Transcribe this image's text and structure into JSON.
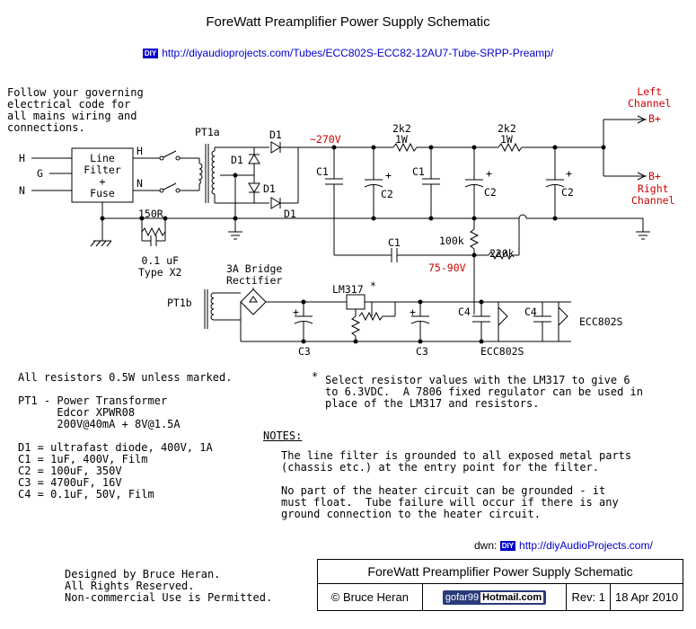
{
  "title": "ForeWatt Preamplifier Power Supply Schematic",
  "header_link": {
    "badge": "DIY",
    "url": "http://diyaudioprojects.com/Tubes/ECC802S-ECC82-12AU7-Tube-SRPP-Preamp/"
  },
  "note_top": "Follow your governing\nelectrical code for\nall mains wiring and\nconnections.",
  "labels": {
    "H": "H",
    "G": "G",
    "N": "N",
    "filter": "Line\nFilter\n+\nFuse",
    "sw_H": "H",
    "sw_N": "N",
    "pt1a": "PT1a",
    "pt1b": "PT1b",
    "d1": "D1",
    "v270": "~270V",
    "r2k2": "2k2",
    "w1": "1W",
    "c1": "C1",
    "c2": "C2",
    "c3": "C3",
    "c4": "C4",
    "plus": "+",
    "r150": "150R",
    "cap01": "0.1 uF\nType X2",
    "r100k": "100k",
    "r220k": "220k",
    "v7590": "75-90V",
    "bridge": "3A Bridge\nRectifier",
    "lm317": "LM317",
    "star": "*",
    "ecc802s": "ECC802S",
    "left_channel": "Left\nChannel",
    "right_channel": "Right\nChannel",
    "bplus": "B+"
  },
  "notes_left": "All resistors 0.5W unless marked.\n\nPT1 - Power Transformer\n      Edcor XPWR08\n      200V@40mA + 8V@1.5A\n\nD1 = ultrafast diode, 400V, 1A\nC1 = 1uF, 400V, Film\nC2 = 100uF, 350V\nC3 = 4700uF, 16V\nC4 = 0.1uF, 50V, Film",
  "star_note": "Select resistor values with the LM317 to give 6\nto 6.3VDC.  A 7806 fixed regulator can be used in\nplace of the LM317 and resistors.",
  "notes_heading": "NOTES:",
  "notes_body": "The line filter is grounded to all exposed metal parts\n(chassis etc.) at the entry point for the filter.\n\nNo part of the heater circuit can be grounded - it\nmust float.  Tube failure will occur if there is any\nground connection to the heater circuit.",
  "drawn": {
    "label": "dwn:",
    "badge": "DIY",
    "url": "http://diyAudioProjects.com/"
  },
  "credits": "Designed by Bruce Heran.\nAll Rights Reserved.\nNon-commercial Use is Permitted.",
  "title_block": {
    "title": "ForeWatt Preamplifier Power Supply Schematic",
    "author": "© Bruce Heran",
    "email_user": "gofar99",
    "email_domain": "Hotmail",
    "email_tld": ".com",
    "rev": "Rev: 1",
    "date": "18 Apr 2010"
  },
  "colors": {
    "accent_red": "#cc0000",
    "link_blue": "#0000cc"
  }
}
